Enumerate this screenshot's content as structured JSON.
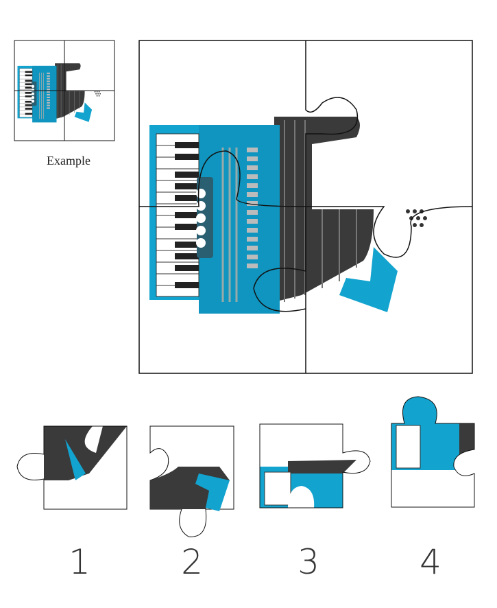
{
  "example": {
    "label": "Example"
  },
  "options": [
    {
      "number": "1"
    },
    {
      "number": "2"
    },
    {
      "number": "3"
    },
    {
      "number": "4"
    }
  ],
  "colors": {
    "accordion_blue": "#12a3cf",
    "bellows": "#3a3a3a",
    "outline": "#111111"
  }
}
